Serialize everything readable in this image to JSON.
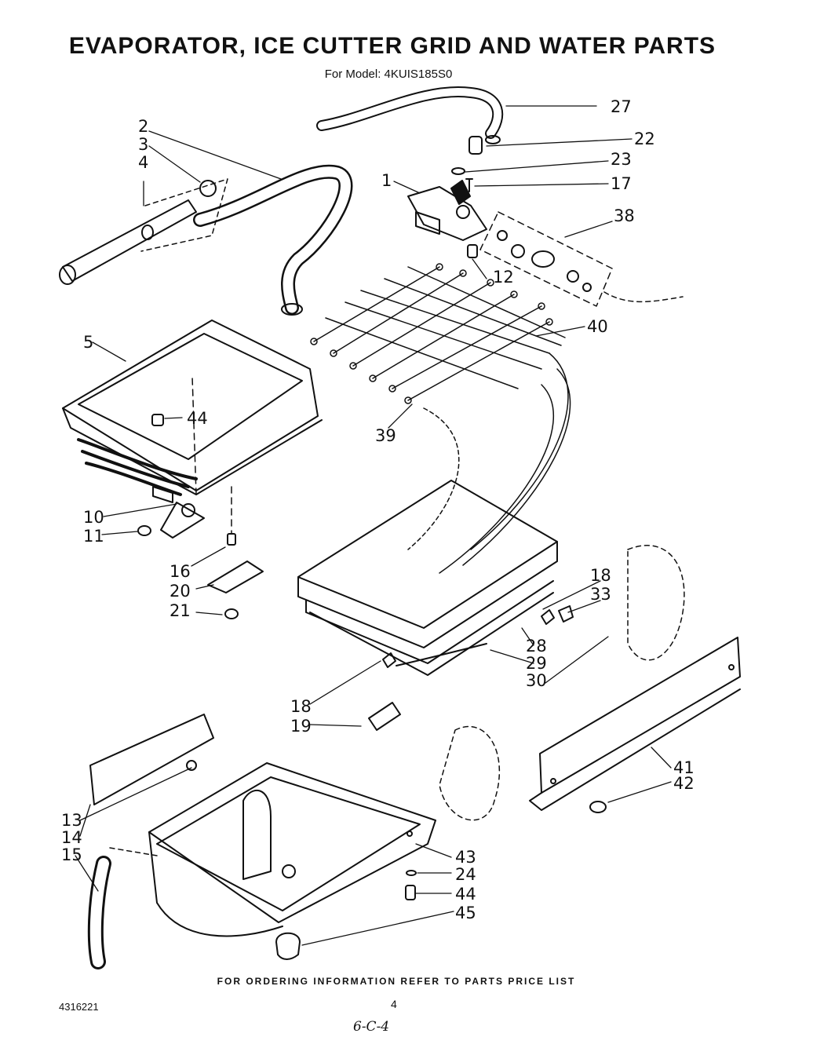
{
  "title": "EVAPORATOR, ICE CUTTER GRID AND WATER PARTS",
  "subtitle": "For Model: 4KUIS185S0",
  "footer": "FOR ORDERING INFORMATION REFER TO PARTS PRICE LIST",
  "doc_number": "4316221",
  "page_number": "4",
  "handwritten_note": "6-C-4",
  "callouts": [
    "27",
    "22",
    "23",
    "17",
    "1",
    "38",
    "12",
    "40",
    "39",
    "2",
    "3",
    "4",
    "5",
    "44",
    "10",
    "11",
    "16",
    "20",
    "21",
    "18",
    "33",
    "28",
    "29",
    "30",
    "18",
    "19",
    "41",
    "42",
    "13",
    "14",
    "15",
    "43",
    "24",
    "44",
    "45"
  ]
}
